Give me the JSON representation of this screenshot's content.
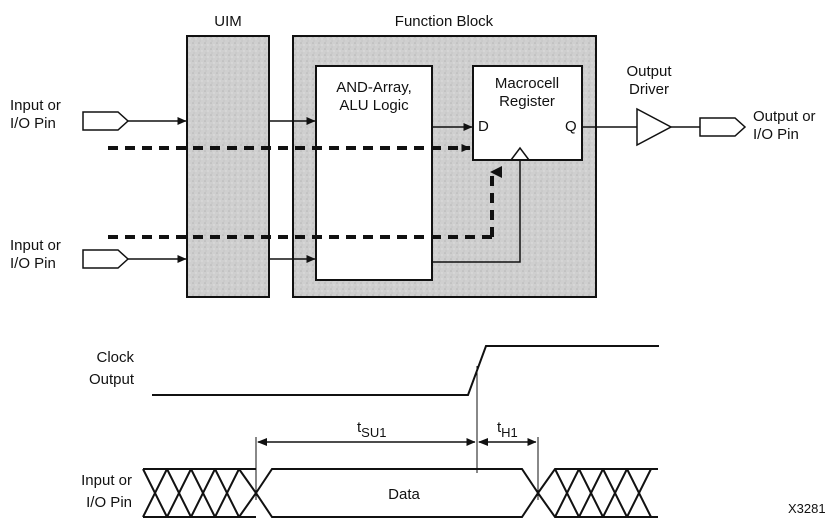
{
  "blocks": {
    "uim": "UIM",
    "function_block": "Function Block",
    "and_array_line1": "AND-Array,",
    "and_array_line2": "ALU Logic",
    "macrocell_line1": "Macrocell",
    "macrocell_line2": "Register",
    "port_d": "D",
    "port_q": "Q"
  },
  "pins": {
    "input_top_line1": "Input or",
    "input_top_line2": "I/O Pin",
    "input_bottom_line1": "Input or",
    "input_bottom_line2": "I/O Pin",
    "output_driver_line1": "Output",
    "output_driver_line2": "Driver",
    "output_pin_line1": "Output or",
    "output_pin_line2": "I/O Pin"
  },
  "timing": {
    "clock_output_line1": "Clock",
    "clock_output_line2": "Output",
    "tsu_main": "t",
    "tsu_sub": "SU1",
    "th_main": "t",
    "th_sub": "H1",
    "input_pin_line1": "Input or",
    "input_pin_line2": "I/O Pin",
    "data_label": "Data"
  },
  "figure_id": "X3281",
  "colors": {
    "line": "#111111",
    "shaded_fill": "#c9c9c9",
    "block_fill": "#ffffff"
  }
}
